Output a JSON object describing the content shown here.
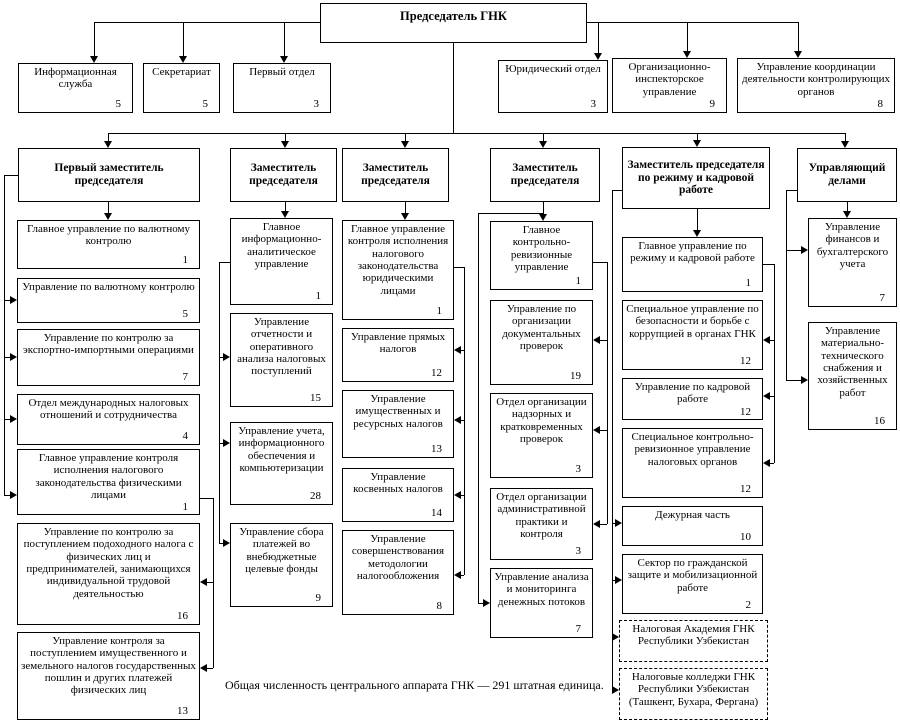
{
  "chairman": {
    "label": "Председатель ГНК"
  },
  "top_left": [
    {
      "label": "Информационная служба",
      "count": "5"
    },
    {
      "label": "Секретариат",
      "count": "5"
    },
    {
      "label": "Первый отдел",
      "count": "3"
    }
  ],
  "top_right": [
    {
      "label": "Юридический отдел",
      "count": "3"
    },
    {
      "label": "Организационно-инспекторское управление",
      "count": "9"
    },
    {
      "label": "Управление координации деятельности контролирующих органов",
      "count": "8"
    }
  ],
  "deputies": [
    {
      "label": "Первый заместитель председателя"
    },
    {
      "label": "Заместитель председателя"
    },
    {
      "label": "Заместитель председателя"
    },
    {
      "label": "Заместитель председателя"
    },
    {
      "label": "Заместитель председателя по режиму и кадровой работе"
    },
    {
      "label": "Управляющий делами"
    }
  ],
  "columns": [
    {
      "units": [
        {
          "label": "Главное управление по валютному контролю",
          "count": "1"
        },
        {
          "label": "Управление по валютному контролю",
          "count": "5"
        },
        {
          "label": "Управление по контролю за экспортно-импортными операциями",
          "count": "7"
        },
        {
          "label": "Отдел международных налоговых отношений и сотрудничества",
          "count": "4"
        },
        {
          "label": "Главное управление контроля исполнения налогового законодательства физическими лицами",
          "count": "1"
        },
        {
          "label": "Управление по контролю за поступлением подоходного налога с физических лиц и предпринимателей, занимающихся индивидуальной трудовой деятельностью",
          "count": "16"
        },
        {
          "label": "Управление контроля за поступлением имущественного и земельного налогов государственных пошлин и других платежей физических лиц",
          "count": "13"
        }
      ]
    },
    {
      "units": [
        {
          "label": "Главное информационно-аналитическое управление",
          "count": "1"
        },
        {
          "label": "Управление отчетности и оперативного анализа налоговых поступлений",
          "count": "15"
        },
        {
          "label": "Управление учета, информационного обеспечения и компьютеризации",
          "count": "28"
        },
        {
          "label": "Управление сбора платежей во внебюджетные целевые фонды",
          "count": "9"
        }
      ]
    },
    {
      "units": [
        {
          "label": "Главное управление контроля исполнения налогового законодательства юридическими лицами",
          "count": "1"
        },
        {
          "label": "Управление прямых налогов",
          "count": "12"
        },
        {
          "label": "Управление имущественных и ресурсных налогов",
          "count": "13"
        },
        {
          "label": "Управление косвенных налогов",
          "count": "14"
        },
        {
          "label": "Управление совершенствования методологии налогообложения",
          "count": "8"
        }
      ]
    },
    {
      "units": [
        {
          "label": "Главное контрольно-ревизионные управление",
          "count": "1"
        },
        {
          "label": "Управление по организации документальных проверок",
          "count": "19"
        },
        {
          "label": "Отдел организации надзорных и кратковременных проверок",
          "count": "3"
        },
        {
          "label": "Отдел организации административной практики и контроля",
          "count": "3"
        },
        {
          "label": "Управление анализа и мониторинга денежных потоков",
          "count": "7"
        }
      ]
    },
    {
      "units": [
        {
          "label": "Главное управление по режиму и кадровой работе",
          "count": "1"
        },
        {
          "label": "Специальное управление по безопасности и борьбе с коррупцией в органах ГНК",
          "count": "12"
        },
        {
          "label": "Управление по кадровой работе",
          "count": "12"
        },
        {
          "label": "Специальное контрольно-ревизионное управление налоговых органов",
          "count": "12"
        },
        {
          "label": "Дежурная часть",
          "count": "10"
        },
        {
          "label": "Сектор по гражданской защите и мобилизационной работе",
          "count": "2"
        },
        {
          "label": "Налоговая Академия ГНК Республики Узбекистан"
        },
        {
          "label": "Налоговые колледжи ГНК Республики Узбекистан (Ташкент, Бухара, Фергана)"
        }
      ]
    },
    {
      "units": [
        {
          "label": "Управление финансов и бухгалтерского учета",
          "count": "7"
        },
        {
          "label": "Управление материально-технического снабжения и хозяйственных работ",
          "count": "16"
        }
      ]
    }
  ],
  "footnote": "Общая численность центрального аппарата ГНК — 291 штатная единица."
}
